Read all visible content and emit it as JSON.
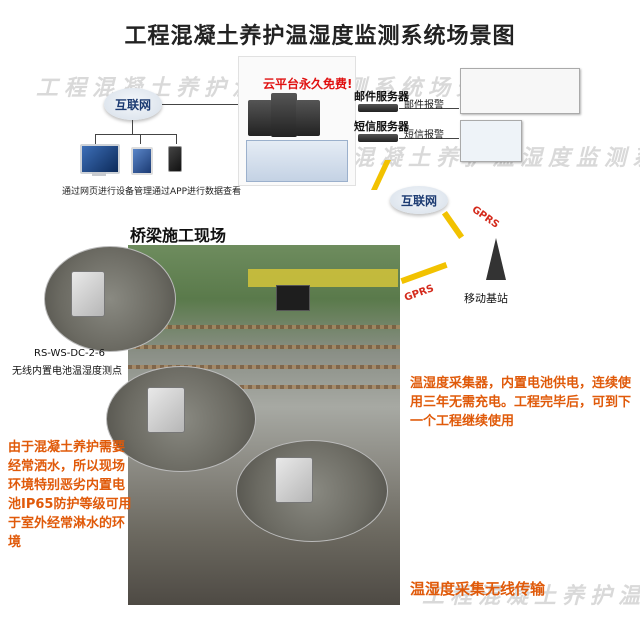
{
  "title": "工程混凝土养护温湿度监测系统场景图",
  "watermark": "工程混凝土养护温湿度监测系统场景图",
  "internet_top": "互联网",
  "internet_mid": "互联网",
  "web_management": "通过网页进行设备管理",
  "app_view": "通过APP进行数据查看",
  "cloud_free": "云平台永久免费!",
  "mail_server": "邮件服务器",
  "sms_server": "短信服务器",
  "mail_alarm": "邮件报警",
  "sms_alarm": "短信报警",
  "gprs_1": "GPRS",
  "gprs_2": "GPRS",
  "base_station": "移动基站",
  "bridge_site": "桥梁施工现场",
  "device_model": "RS-WS-DC-2-6",
  "device_desc": "无线内置电池温湿度测点",
  "collector_desc": "温湿度采集器，内置电池供电，连续使用三年无需充电。工程完毕后，可到下一个工程继续使用",
  "environment_desc": "由于混凝土养护需要经常洒水，所以现场环境特别恶劣内置电池IP65防护等级可用于室外经常淋水的环境",
  "wireless_desc": "温湿度采集无线传输",
  "colors": {
    "accent_orange": "#e05a0a",
    "alarm_red": "#e01010",
    "gprs_red": "#d42a1c",
    "lightning_yellow": "#f2c200"
  }
}
